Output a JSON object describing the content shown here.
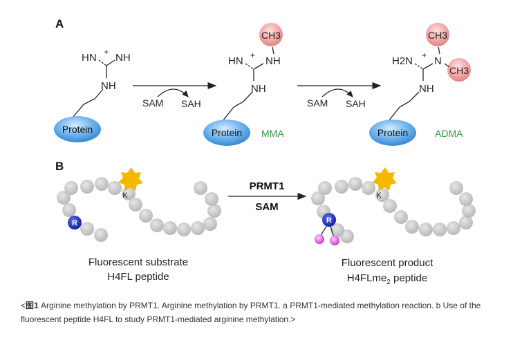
{
  "panel_a": {
    "label": "A",
    "reactant": {
      "hn": "HN",
      "plus": "+",
      "nh": "NH",
      "nh_chain": "NH",
      "protein": "Protein"
    },
    "step1": {
      "sam": "SAM",
      "sah": "SAH"
    },
    "mma": {
      "ch3": "CH3",
      "hn": "HN",
      "plus": "+",
      "nh": "NH",
      "nh_chain": "NH",
      "protein": "Protein",
      "name": "MMA"
    },
    "step2": {
      "sam": "SAM",
      "sah": "SAH"
    },
    "adma": {
      "ch3_top": "CH3",
      "ch3_side": "CH3",
      "h2n": "H2N",
      "plus": "+",
      "n": "N",
      "nh_chain": "NH",
      "protein": "Protein",
      "name": "ADMA"
    }
  },
  "panel_b": {
    "label": "B",
    "left_k": "K",
    "left_r": "R",
    "right_k": "K",
    "right_r": "R",
    "enzyme": "PRMT1",
    "cofactor": "SAM",
    "substrate_line1": "Fluorescent substrate",
    "substrate_line2": "H4FL peptide",
    "product_line1": "Fluorescent product",
    "product_line2_a": "H4FLme",
    "product_line2_sub": "2",
    "product_line2_b": " peptide"
  },
  "caption": {
    "open": "<",
    "label": "图1",
    "text": "  Arginine methylation by PRMT1. Arginine methylation by PRMT1. a PRMT1-mediated methylation reaction. b Use of the fluorescent peptide H4FL to study PRMT1-mediated arginine methylation.>"
  },
  "colors": {
    "protein_fill": "#5aa6e6",
    "methyl_fill": "#f2a3a3",
    "name_green": "#2e9e3e",
    "bead_gray": "#c8c8c8",
    "k_star": "#f5b800",
    "r_bead": "#1a2fb8",
    "me_bead": "#d23fd2"
  }
}
